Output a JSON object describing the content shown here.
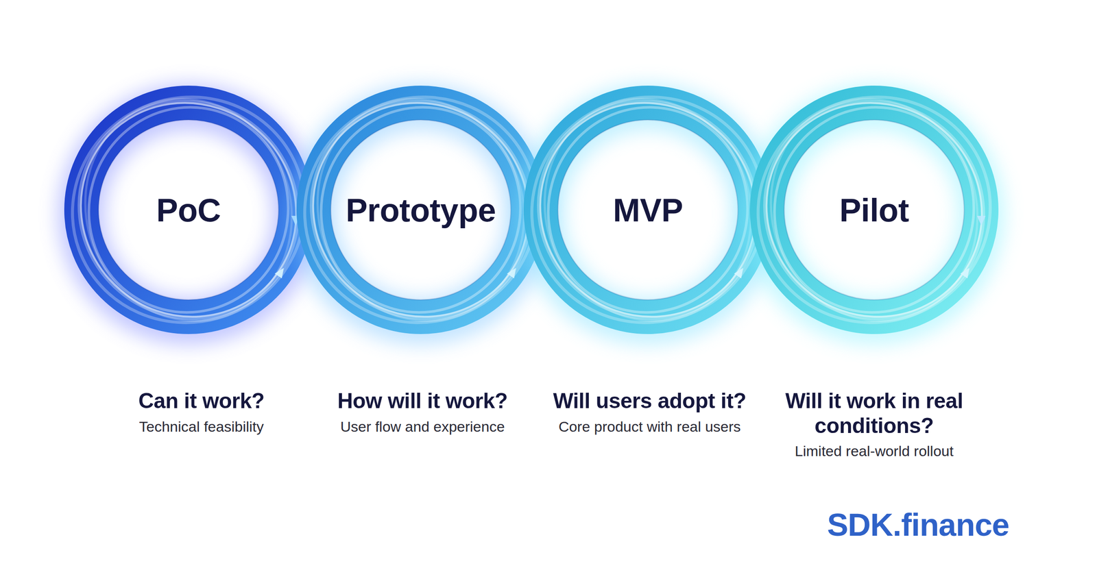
{
  "diagram": {
    "nodes": [
      {
        "text": [
          "PoC",
          "Can it work?",
          "Technical feasibility"
        ]
      },
      {
        "text": [
          "Prototype",
          "How will it work?",
          "User flow and experience"
        ]
      },
      {
        "text": [
          "MVP",
          "Will users adopt it?",
          "Core product with real users"
        ]
      },
      {
        "text": [
          "Pilot",
          "Will it work in real conditions?",
          "Limited real-world rollout"
        ]
      }
    ],
    "labels": [
      "SDK.finance"
    ]
  }
}
